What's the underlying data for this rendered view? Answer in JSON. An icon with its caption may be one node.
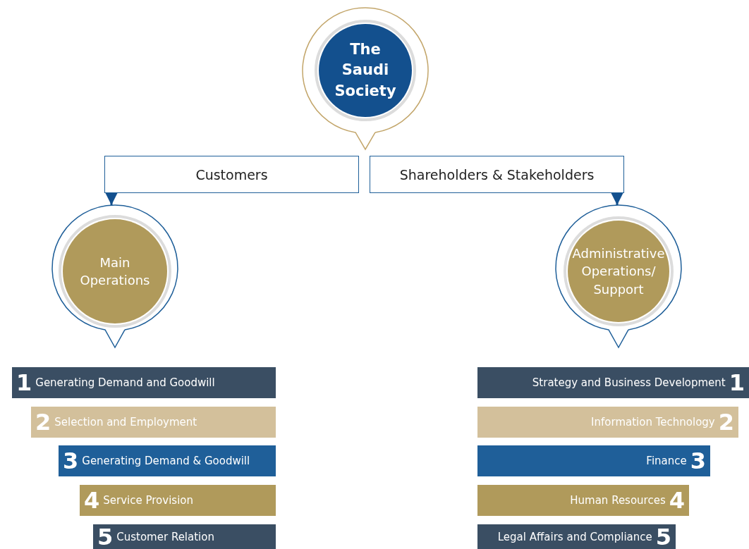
{
  "diagram": {
    "nodes": [
      {
        "text": [
          "The Saudi Society"
        ]
      },
      {
        "text": [
          "Customers"
        ]
      },
      {
        "text": [
          "Shareholders & Stakeholders"
        ]
      },
      {
        "text": [
          "Main Operations"
        ]
      },
      {
        "text": [
          "Administrative Operations/ Support"
        ]
      },
      {
        "text": [
          "1",
          "Generating Demand and Goodwill"
        ]
      },
      {
        "text": [
          "2",
          "Selection and Employment"
        ]
      },
      {
        "text": [
          "3",
          "Generating Demand & Goodwill"
        ]
      },
      {
        "text": [
          "4",
          "Service Provision"
        ]
      },
      {
        "text": [
          "5",
          "Customer Relation"
        ]
      },
      {
        "text": [
          "Strategy and Business Development",
          "1"
        ]
      },
      {
        "text": [
          "Information Technology",
          "2"
        ]
      },
      {
        "text": [
          "Finance",
          "3"
        ]
      },
      {
        "text": [
          "Human Resources",
          "4"
        ]
      },
      {
        "text": [
          "Legal Affairs and Compliance",
          "5"
        ]
      }
    ],
    "edges": [
      {
        "from": 1,
        "to": 3,
        "arrow": "to"
      },
      {
        "from": 2,
        "to": 4,
        "arrow": "to"
      }
    ]
  }
}
